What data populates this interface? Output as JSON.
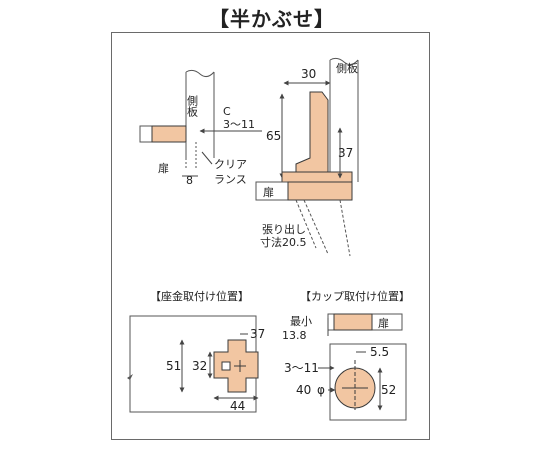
{
  "title": "【半かぶせ】",
  "colors": {
    "part_fill": "#f2c6a2",
    "part_stroke": "#3a3a3a",
    "dim_line": "#444444",
    "frame": "#6a6a6a"
  },
  "section_top": {
    "side_panel_label": "側板",
    "door_label": "扉",
    "dim_c_label": "C",
    "dim_c_range": "3～11",
    "dim_8": "8",
    "clearance_label_1": "クリア",
    "clearance_label_2": "ランス",
    "dim_30": "30",
    "side_panel_label_right": "側板",
    "dim_65": "65",
    "dim_37": "37",
    "door_label_right": "扉",
    "overhang_label_1": "張り出し",
    "overhang_label_2": "寸法20.5"
  },
  "section_base": {
    "heading": "【座金取付け位置】",
    "dim_37": "37",
    "dim_51": "51",
    "dim_32": "32",
    "dim_44": "44"
  },
  "section_cup": {
    "heading": "【カップ取付け位置】",
    "min_label": "最小",
    "min_value": "13.8",
    "door_label": "扉",
    "dim_5_5": "5.5",
    "dim_3_11": "3～11",
    "dim_40": "40",
    "dim_52": "52"
  }
}
